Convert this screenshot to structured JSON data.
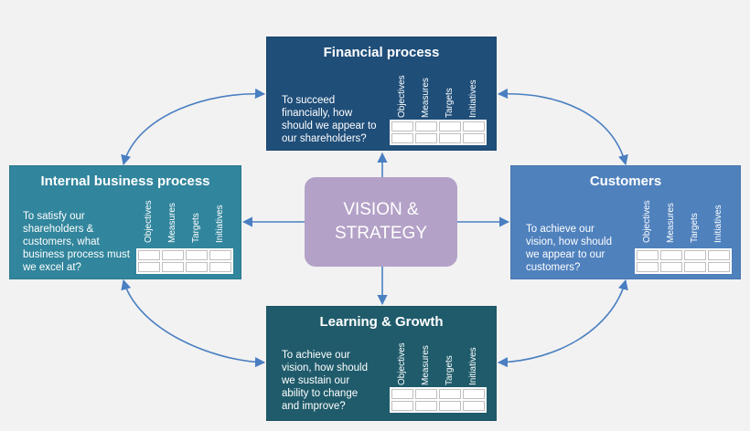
{
  "columns": [
    "Objectives",
    "Measures",
    "Targets",
    "Initiatives"
  ],
  "center": {
    "line1": "VISION &",
    "line2": "STRATEGY"
  },
  "boxes": {
    "financial": {
      "title": "Financial process",
      "question": [
        "To succeed",
        "financially, how",
        "should we appear to",
        "our shareholders?"
      ],
      "color": "#1f4e79"
    },
    "internal": {
      "title": "Internal business process",
      "question": [
        "To satisfy our",
        "shareholders &",
        "customers, what",
        "business process must",
        "we excel at?"
      ],
      "color": "#31859c"
    },
    "customers": {
      "title": "Customers",
      "question": [
        "To achieve our",
        "vision, how should",
        "we appear to our",
        "customers?"
      ],
      "color": "#4f81bd"
    },
    "learning": {
      "title": "Learning & Growth",
      "question": [
        "To achieve our",
        "vision, how should",
        "we sustain our",
        "ability to change",
        "and improve?"
      ],
      "color": "#1f5b6b"
    }
  },
  "arrow_color": "#4a7fc1"
}
